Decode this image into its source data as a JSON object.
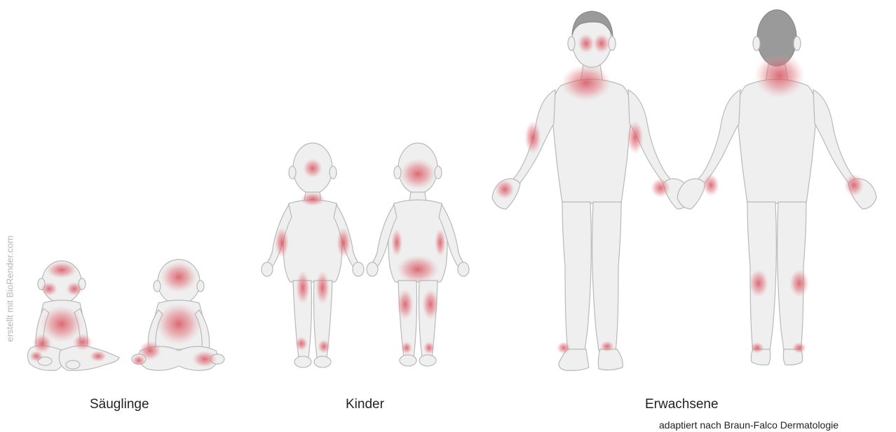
{
  "groups": [
    {
      "label": "Säuglinge"
    },
    {
      "label": "Kinder"
    },
    {
      "label": "Erwachsene"
    }
  ],
  "source_credit": "adaptiert nach Braun-Falco Dermatologie",
  "watermark": "erstellt mit BioRender.com",
  "colors": {
    "skin": "#efefef",
    "outline": "#b9b9b9",
    "hair": "#9a9a9a",
    "lesion": "#d9525e"
  }
}
